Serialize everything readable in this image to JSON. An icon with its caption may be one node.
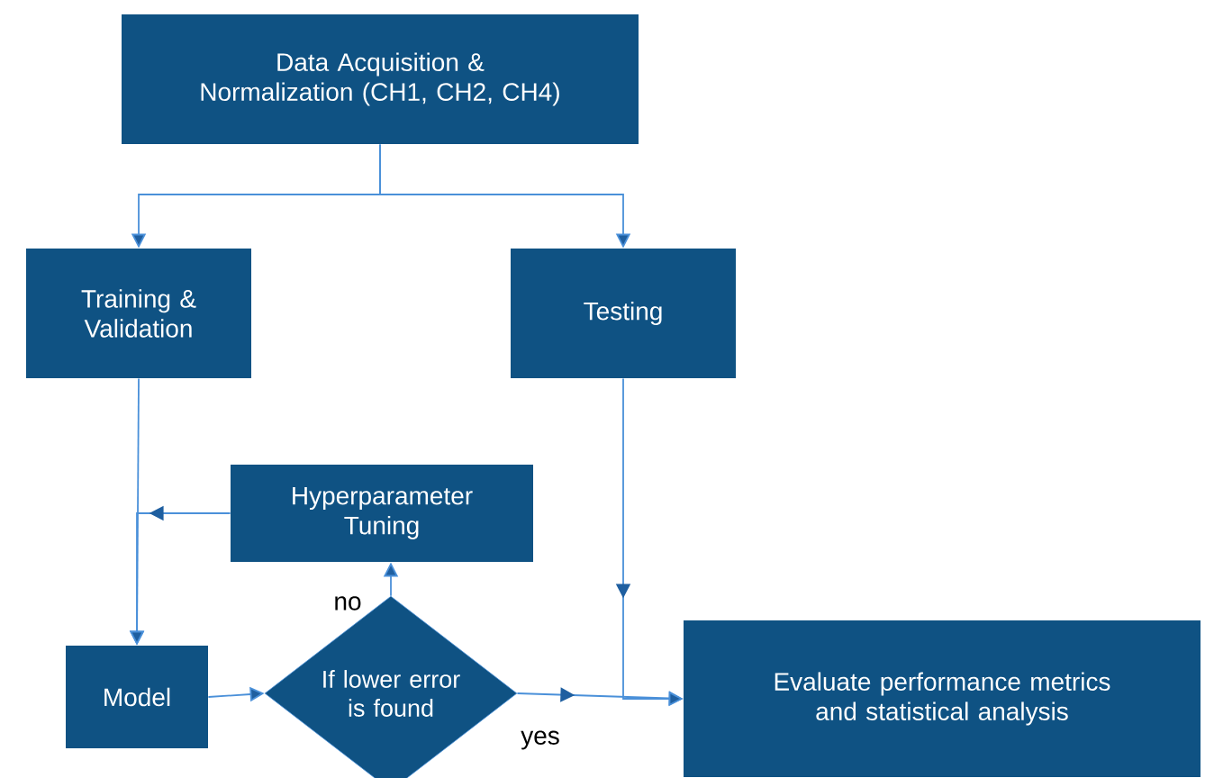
{
  "diagram": {
    "nodes": [
      {
        "text": [
          "Data Acquisition & Normalization (CH1, CH2, CH4)"
        ]
      },
      {
        "text": [
          "Training & Validation"
        ]
      },
      {
        "text": [
          "Testing"
        ]
      },
      {
        "text": [
          "Hyperparameter Tuning"
        ]
      },
      {
        "text": [
          "Model"
        ]
      },
      {
        "text": [
          "If lower error is found"
        ]
      },
      {
        "text": [
          "Evaluate performance metrics and statistical analysis"
        ]
      }
    ],
    "edges": [
      {
        "from": 0,
        "to": 1,
        "arrow": "to"
      },
      {
        "from": 0,
        "to": 2,
        "arrow": "to"
      },
      {
        "from": 1,
        "to": 4,
        "arrow": "to"
      },
      {
        "from": 3,
        "to": 4,
        "arrow": "to"
      },
      {
        "from": 4,
        "to": 5,
        "arrow": "to"
      },
      {
        "from": 5,
        "to": 3,
        "arrow": "to",
        "label": "no"
      },
      {
        "from": 5,
        "to": 6,
        "arrow": "to",
        "label": "yes"
      },
      {
        "from": 2,
        "to": 6,
        "arrow": "to"
      }
    ]
  }
}
